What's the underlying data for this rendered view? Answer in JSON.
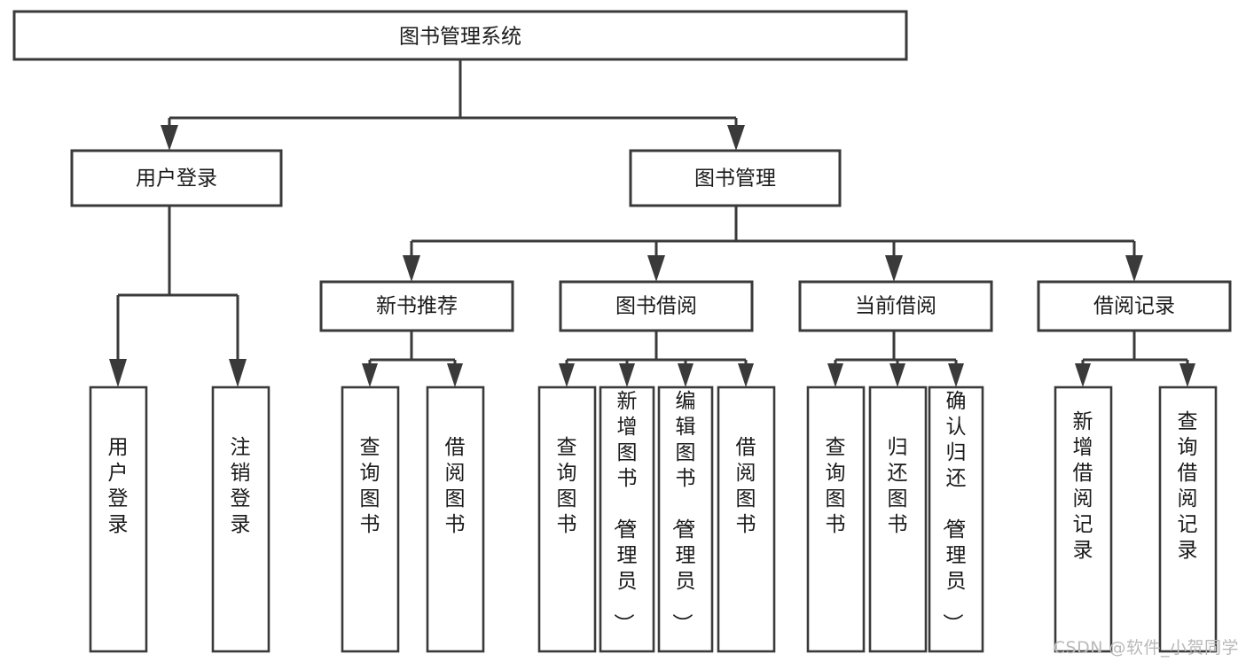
{
  "diagram": {
    "title": "图书管理系统",
    "watermark": "CSDN @软件_小贺同学",
    "colors": {
      "stroke": "#3a3a3a",
      "box_fill": "#ffffff",
      "text": "#1a1a1a",
      "background": "#ffffff",
      "watermark": "#b9b9b9"
    },
    "levels": {
      "root": {
        "label": "图书管理系统"
      },
      "level2": [
        {
          "id": "user-login",
          "label": "用户登录"
        },
        {
          "id": "book-management",
          "label": "图书管理"
        }
      ],
      "level3": [
        {
          "id": "new-book-recommend",
          "label": "新书推荐",
          "parent": "book-management"
        },
        {
          "id": "book-borrow",
          "label": "图书借阅",
          "parent": "book-management"
        },
        {
          "id": "current-borrow",
          "label": "当前借阅",
          "parent": "book-management"
        },
        {
          "id": "borrow-record",
          "label": "借阅记录",
          "parent": "book-management"
        }
      ],
      "leaves": [
        {
          "id": "leaf-user-login",
          "label": "用户登录",
          "parent": "user-login"
        },
        {
          "id": "leaf-logout-login",
          "label": "注销登录",
          "parent": "user-login"
        },
        {
          "id": "leaf-query-book-1",
          "label": "查询图书",
          "parent": "new-book-recommend"
        },
        {
          "id": "leaf-borrow-book-1",
          "label": "借阅图书",
          "parent": "new-book-recommend"
        },
        {
          "id": "leaf-query-book-2",
          "label": "查询图书",
          "parent": "book-borrow"
        },
        {
          "id": "leaf-add-book",
          "label": "新增图书（管理员）",
          "parent": "book-borrow"
        },
        {
          "id": "leaf-edit-book",
          "label": "编辑图书（管理员）",
          "parent": "book-borrow"
        },
        {
          "id": "leaf-borrow-book-2",
          "label": "借阅图书",
          "parent": "book-borrow"
        },
        {
          "id": "leaf-query-book-3",
          "label": "查询图书",
          "parent": "current-borrow"
        },
        {
          "id": "leaf-return-book",
          "label": "归还图书",
          "parent": "current-borrow"
        },
        {
          "id": "leaf-confirm-return",
          "label": "确认归还（管理员）",
          "parent": "current-borrow"
        },
        {
          "id": "leaf-add-record",
          "label": "新增借阅记录",
          "parent": "borrow-record"
        },
        {
          "id": "leaf-query-record",
          "label": "查询借阅记录",
          "parent": "borrow-record"
        }
      ]
    }
  }
}
